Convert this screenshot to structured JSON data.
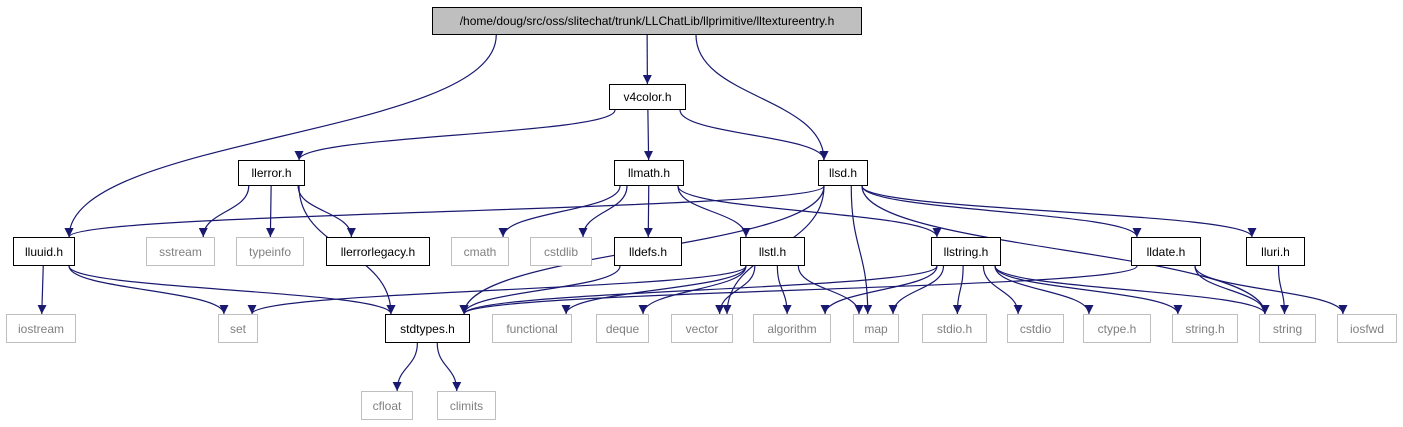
{
  "graph": {
    "edge_color": "#191970",
    "nodes": [
      {
        "id": "root",
        "label": "/home/doug/src/oss/slitechat/trunk/LLChatLib/llprimitive/lltextureentry.h",
        "kind": "root"
      },
      {
        "id": "v4color",
        "label": "v4color.h",
        "kind": "local"
      },
      {
        "id": "llerror",
        "label": "llerror.h",
        "kind": "local"
      },
      {
        "id": "llmath",
        "label": "llmath.h",
        "kind": "local"
      },
      {
        "id": "llsd",
        "label": "llsd.h",
        "kind": "local"
      },
      {
        "id": "lluuid",
        "label": "lluuid.h",
        "kind": "local"
      },
      {
        "id": "sstream",
        "label": "sstream",
        "kind": "system"
      },
      {
        "id": "typeinfo",
        "label": "typeinfo",
        "kind": "system"
      },
      {
        "id": "llerrorlegacy",
        "label": "llerrorlegacy.h",
        "kind": "local"
      },
      {
        "id": "cmath",
        "label": "cmath",
        "kind": "system"
      },
      {
        "id": "cstdlib",
        "label": "cstdlib",
        "kind": "system"
      },
      {
        "id": "lldefs",
        "label": "lldefs.h",
        "kind": "local"
      },
      {
        "id": "llstl",
        "label": "llstl.h",
        "kind": "local"
      },
      {
        "id": "llstring",
        "label": "llstring.h",
        "kind": "local"
      },
      {
        "id": "lldate",
        "label": "lldate.h",
        "kind": "local"
      },
      {
        "id": "lluri",
        "label": "lluri.h",
        "kind": "local"
      },
      {
        "id": "iostream",
        "label": "iostream",
        "kind": "system"
      },
      {
        "id": "set",
        "label": "set",
        "kind": "system"
      },
      {
        "id": "stdtypes",
        "label": "stdtypes.h",
        "kind": "local"
      },
      {
        "id": "functional",
        "label": "functional",
        "kind": "system"
      },
      {
        "id": "deque",
        "label": "deque",
        "kind": "system"
      },
      {
        "id": "vector",
        "label": "vector",
        "kind": "system"
      },
      {
        "id": "algorithm",
        "label": "algorithm",
        "kind": "system"
      },
      {
        "id": "map",
        "label": "map",
        "kind": "system"
      },
      {
        "id": "stdioh",
        "label": "stdio.h",
        "kind": "system"
      },
      {
        "id": "cstdio",
        "label": "cstdio",
        "kind": "system"
      },
      {
        "id": "ctypeh",
        "label": "ctype.h",
        "kind": "system"
      },
      {
        "id": "stringh",
        "label": "string.h",
        "kind": "system"
      },
      {
        "id": "string",
        "label": "string",
        "kind": "system"
      },
      {
        "id": "iosfwd",
        "label": "iosfwd",
        "kind": "system"
      },
      {
        "id": "cfloat",
        "label": "cfloat",
        "kind": "system"
      },
      {
        "id": "climits",
        "label": "climits",
        "kind": "system"
      }
    ],
    "edges": [
      [
        "root",
        "v4color"
      ],
      [
        "root",
        "lluuid"
      ],
      [
        "root",
        "llsd"
      ],
      [
        "v4color",
        "llerror"
      ],
      [
        "v4color",
        "llmath"
      ],
      [
        "v4color",
        "llsd"
      ],
      [
        "llerror",
        "sstream"
      ],
      [
        "llerror",
        "typeinfo"
      ],
      [
        "llerror",
        "llerrorlegacy"
      ],
      [
        "llerror",
        "stdtypes"
      ],
      [
        "llmath",
        "cmath"
      ],
      [
        "llmath",
        "cstdlib"
      ],
      [
        "llmath",
        "lldefs"
      ],
      [
        "llmath",
        "llstl"
      ],
      [
        "llmath",
        "llstring"
      ],
      [
        "llsd",
        "lluuid"
      ],
      [
        "llsd",
        "stdtypes"
      ],
      [
        "llsd",
        "vector"
      ],
      [
        "llsd",
        "map"
      ],
      [
        "llsd",
        "string"
      ],
      [
        "llsd",
        "lldate"
      ],
      [
        "llsd",
        "lluri"
      ],
      [
        "lluuid",
        "iostream"
      ],
      [
        "lluuid",
        "set"
      ],
      [
        "lluuid",
        "stdtypes"
      ],
      [
        "lldefs",
        "stdtypes"
      ],
      [
        "llstl",
        "set"
      ],
      [
        "llstl",
        "functional"
      ],
      [
        "llstl",
        "deque"
      ],
      [
        "llstl",
        "vector"
      ],
      [
        "llstl",
        "algorithm"
      ],
      [
        "llstl",
        "map"
      ],
      [
        "llstring",
        "stdtypes"
      ],
      [
        "llstring",
        "algorithm"
      ],
      [
        "llstring",
        "map"
      ],
      [
        "llstring",
        "stdioh"
      ],
      [
        "llstring",
        "cstdio"
      ],
      [
        "llstring",
        "ctypeh"
      ],
      [
        "llstring",
        "stringh"
      ],
      [
        "llstring",
        "string"
      ],
      [
        "lldate",
        "stdtypes"
      ],
      [
        "lldate",
        "string"
      ],
      [
        "lldate",
        "iosfwd"
      ],
      [
        "lluri",
        "string"
      ],
      [
        "stdtypes",
        "cfloat"
      ],
      [
        "stdtypes",
        "climits"
      ]
    ]
  }
}
